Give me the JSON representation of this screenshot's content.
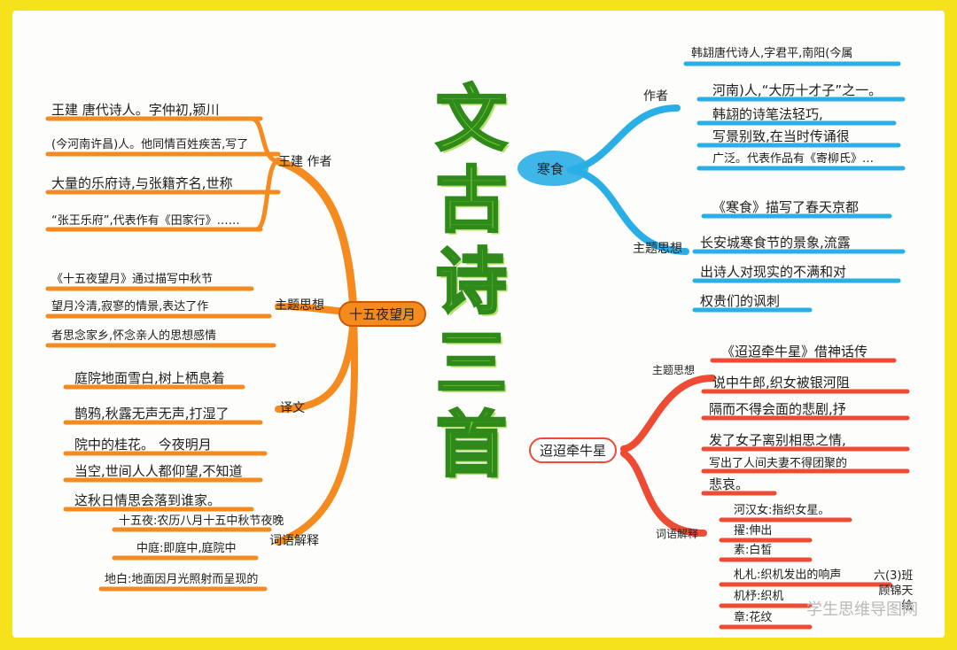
{
  "title": [
    "文",
    "古",
    "诗",
    "三",
    "首"
  ],
  "left": {
    "main": "十五夜望月",
    "branches": [
      {
        "label": "王建 作者",
        "lines": [
          "王建 唐代诗人。字仲初,颍川",
          "(今河南许昌)人。他同情百姓疾苦,写了",
          "大量的乐府诗,与张籍齐名,世称",
          "“张王乐府”,代表作有《田家行》……"
        ]
      },
      {
        "label": "主题思想",
        "lines": [
          "《十五夜望月》通过描写中秋节",
          "望月冷清,寂寥的情景,表达了作",
          "者思念家乡,怀念亲人的思想感情"
        ]
      },
      {
        "label": "译文",
        "lines": [
          "庭院地面雪白,树上栖息着",
          "鹊鸦,秋露无声无声,打湿了",
          "院中的桂花。    今夜明月",
          "当空,世间人人都仰望,不知道",
          "这秋日情思会落到谁家。"
        ]
      },
      {
        "label": "词语解释",
        "lines": [
          "十五夜:农历八月十五中秋节夜晚",
          "中庭:即庭中,庭院中",
          "地白:地面因月光照射而呈现的"
        ]
      }
    ]
  },
  "right": {
    "nodes": [
      {
        "main": "寒食",
        "branches": [
          {
            "label": "作者",
            "lines": [
              "韩翃唐代诗人,字君平,南阳(今属",
              "河南)人,“大历十才子”之一。",
              "韩翃的诗笔法轻巧,",
              "写景别致,在当时传诵很",
              "广泛。代表作品有《寄柳氏》…"
            ]
          },
          {
            "label": "主题思想",
            "lines": [
              "《寒食》描写了春天京都",
              "长安城寒食节的景象,流露",
              "出诗人对现实的不满和对",
              "权贵们的讽刺"
            ]
          }
        ]
      },
      {
        "main": "迢迢牵牛星",
        "branches": [
          {
            "label": "主题思想",
            "lines": [
              "《迢迢牵牛星》借神话传",
              "说中牛郎,织女被银河阻",
              "隔而不得会面的悲剧,抒",
              "发了女子离别相思之情,",
              "写出了人间夫妻不得团聚的",
              "悲哀。"
            ]
          },
          {
            "label": "词语解释",
            "lines": [
              "河汉女:指织女星。",
              "擢:伸出",
              "素:白皙",
              "札札:织机发出的响声",
              "机杼:织机",
              "章:花纹"
            ]
          }
        ]
      }
    ]
  },
  "signature": [
    "六(3)班",
    "顾锦天",
    "绘"
  ],
  "watermark": "学生思维导图网",
  "colors": {
    "border": "#f6e21b",
    "orange": "#f58a1f",
    "blue": "#2aaee6",
    "red": "#ee4b35",
    "green": "#8ccf2a"
  }
}
